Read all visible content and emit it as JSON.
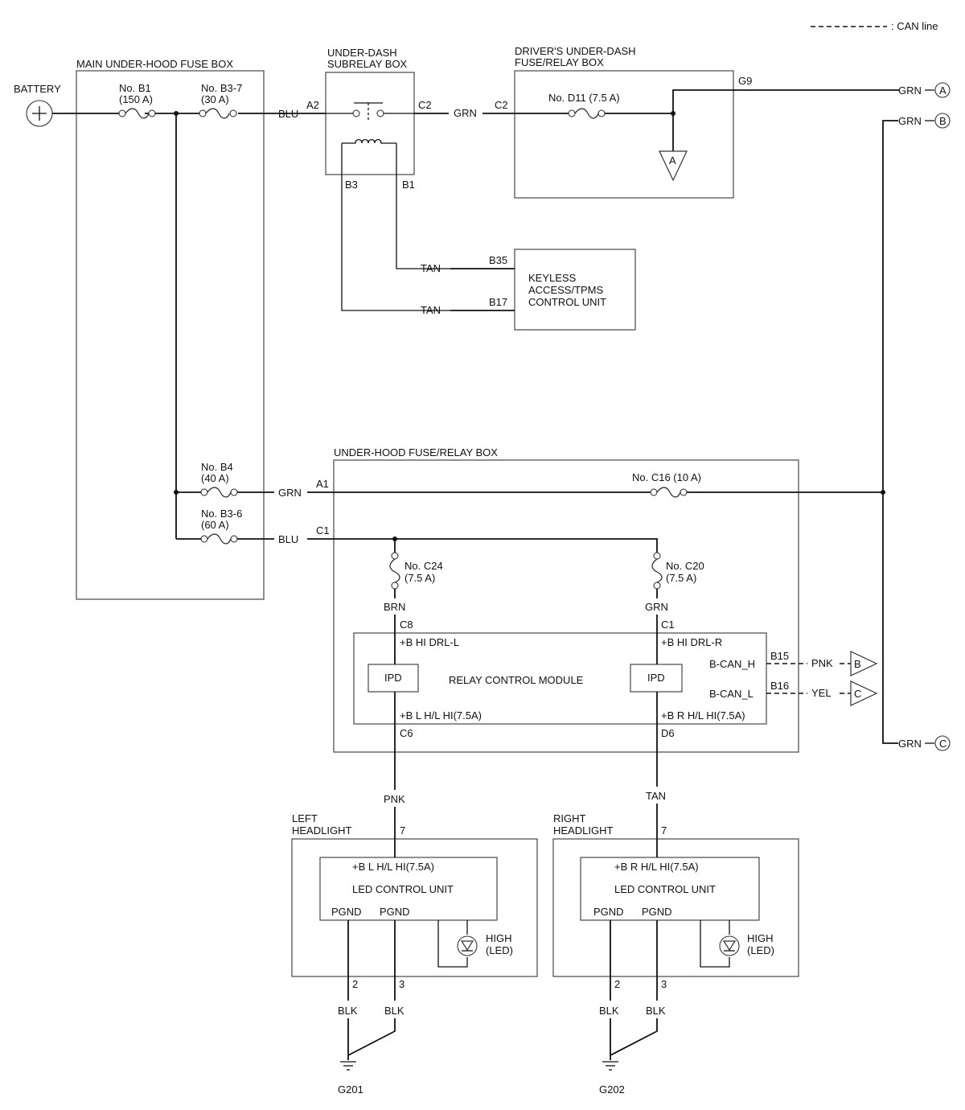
{
  "legend": {
    "can_line": ": CAN line"
  },
  "battery": {
    "label": "BATTERY"
  },
  "main_fuse_box": {
    "title": "MAIN UNDER-HOOD FUSE BOX",
    "fuse_b1": [
      "No. B1",
      "(150 A)"
    ],
    "fuse_b3_7": [
      "No. B3-7",
      "(30 A)"
    ],
    "fuse_b4": [
      "No. B4",
      "(40 A)"
    ],
    "fuse_b3_6": [
      "No. B3-6",
      "(60 A)"
    ]
  },
  "subrelay_box": {
    "title": [
      "UNDER-DASH",
      "SUBRELAY BOX"
    ],
    "pins": {
      "a2": "A2",
      "c2": "C2",
      "b3": "B3",
      "b1": "B1"
    }
  },
  "driver_fuse_box": {
    "title": [
      "DRIVER'S UNDER-DASH",
      "FUSE/RELAY BOX"
    ],
    "pin_c2": "C2",
    "pin_g9": "G9",
    "fuse_d11": "No. D11 (7.5 A)",
    "marker": "A"
  },
  "keyless_unit": {
    "name": [
      "KEYLESS",
      "ACCESS/TPMS",
      "CONTROL UNIT"
    ],
    "pin_b35": "B35",
    "pin_b17": "B17"
  },
  "underhood_box": {
    "title": "UNDER-HOOD FUSE/RELAY BOX",
    "pin_a1": "A1",
    "pin_c1": "C1",
    "fuse_c16": "No. C16 (10 A)",
    "fuse_c24": [
      "No. C24",
      "(7.5 A)"
    ],
    "fuse_c20": [
      "No. C20",
      "(7.5 A)"
    ]
  },
  "relay_module": {
    "name": "RELAY CONTROL MODULE",
    "pin_c8": "C8",
    "pin_c1": "C1",
    "pin_c6": "C6",
    "pin_d6": "D6",
    "pin_b15": "B15",
    "pin_b16": "B16",
    "drl_l": "+B HI DRL-L",
    "drl_r": "+B HI DRL-R",
    "hl_l": "+B L H/L HI(7.5A)",
    "hl_r": "+B R H/L HI(7.5A)",
    "can_h": "B-CAN_H",
    "can_l": "B-CAN_L",
    "ipd": "IPD"
  },
  "wires": {
    "blu": "BLU",
    "grn": "GRN",
    "tan": "TAN",
    "brn": "BRN",
    "pnk": "PNK",
    "yel": "YEL",
    "blk": "BLK"
  },
  "connectors": {
    "a": "A",
    "b": "B",
    "c": "C"
  },
  "left_headlight": {
    "title": [
      "LEFT",
      "HEADLIGHT"
    ],
    "pin7": "7",
    "pin2": "2",
    "pin3": "3",
    "supply": "+B L H/L HI(7.5A)",
    "unit": "LED CONTROL UNIT",
    "pgnd": "PGND",
    "led": [
      "HIGH",
      "(LED)"
    ],
    "ground": "G201"
  },
  "right_headlight": {
    "title": [
      "RIGHT",
      "HEADLIGHT"
    ],
    "pin7": "7",
    "pin2": "2",
    "pin3": "3",
    "supply": "+B R H/L HI(7.5A)",
    "unit": "LED CONTROL UNIT",
    "pgnd": "PGND",
    "led": [
      "HIGH",
      "(LED)"
    ],
    "ground": "G202"
  }
}
